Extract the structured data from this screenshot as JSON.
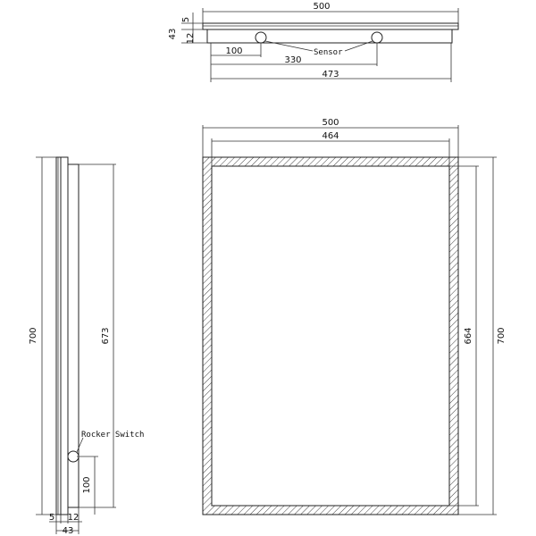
{
  "top_view": {
    "dim_width": "500",
    "dim_edge": "5",
    "dim_depth": "43",
    "dim_frame": "12",
    "dim_sensor_offset": "100",
    "dim_sensor_spacing": "330",
    "dim_inner": "473",
    "sensor_label": "Sensor"
  },
  "side_view": {
    "dim_height": "700",
    "dim_inner_height": "673",
    "switch_label": "Rocker Switch",
    "dim_switch_height": "100",
    "dim_edge": "5",
    "dim_frame": "12",
    "dim_depth": "43"
  },
  "front_view": {
    "dim_width": "500",
    "dim_inner_width": "464",
    "dim_height": "700",
    "dim_inner_height": "664"
  },
  "colors": {
    "line": "#222222",
    "background": "#ffffff"
  }
}
